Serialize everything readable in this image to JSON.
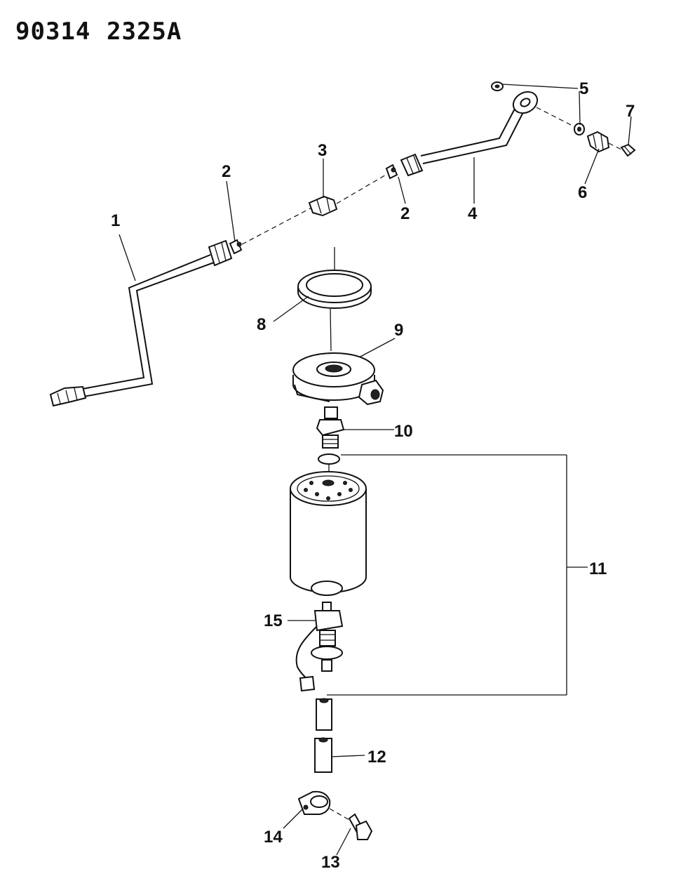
{
  "header": {
    "doc_id_left": "90314",
    "doc_id_right": "2325A"
  },
  "callouts": {
    "c1": "1",
    "c2a": "2",
    "c2b": "2",
    "c3": "3",
    "c4": "4",
    "c5": "5",
    "c6": "6",
    "c7": "7",
    "c8": "8",
    "c9": "9",
    "c10": "10",
    "c11": "11",
    "c12": "12",
    "c13": "13",
    "c14": "14",
    "c15": "15"
  }
}
